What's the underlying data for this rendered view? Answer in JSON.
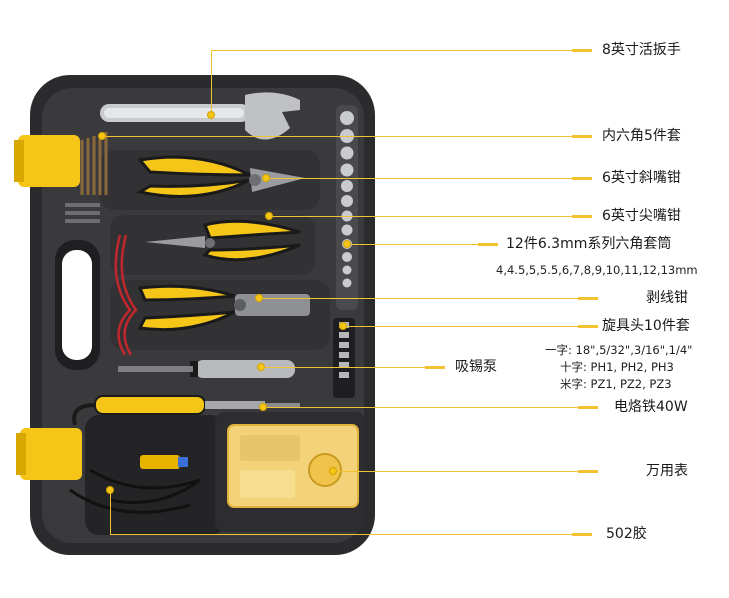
{
  "colors": {
    "accent": "#f2c230",
    "case": "#2e2e30",
    "tool_yellow": "#f5c518"
  },
  "labels": {
    "wrench": "8英寸活扳手",
    "hex_keys": "内六角5件套",
    "diagonal_pliers": "6英寸斜嘴钳",
    "needle_pliers": "6英寸尖嘴钳",
    "socket_set": "12件6.3mm系列六角套筒",
    "socket_sizes": "4,4.5,5,5.5,6,7,8,9,10,11,12,13mm",
    "wire_stripper": "剥线钳",
    "bits": "旋具头10件套",
    "bits_slot": "一字: 18\",5/32\",3/16\",1/4\"",
    "bits_phillips": "十字: PH1, PH2, PH3",
    "bits_pozi": "米字: PZ1, PZ2, PZ3",
    "solder_pump": "吸锡泵",
    "soldering_iron": "电烙铁40W",
    "multimeter": "万用表",
    "glue": "502胶"
  }
}
